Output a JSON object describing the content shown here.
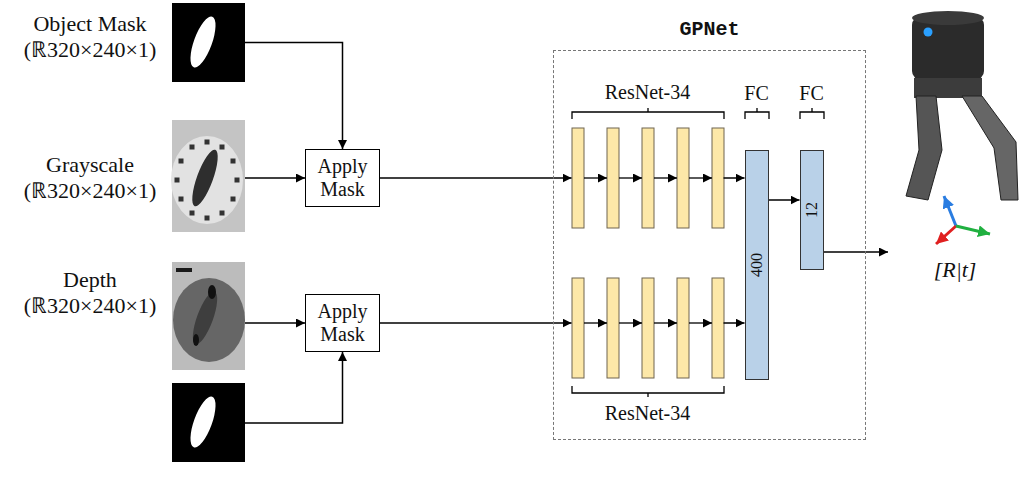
{
  "diagram": {
    "nodes": [
      {
        "text": [
          "Object Mask",
          "(ℝ320×240×1)"
        ]
      },
      {
        "text": [
          "Grayscale",
          "(ℝ320×240×1)"
        ]
      },
      {
        "text": [
          "Depth",
          "(ℝ320×240×1)"
        ]
      },
      {
        "text": [
          "Apply Mask"
        ]
      },
      {
        "text": [
          "Apply Mask"
        ]
      },
      {
        "text": [
          "GPNet"
        ]
      },
      {
        "text": [
          "ResNet-34"
        ],
        "in": 5
      },
      {
        "text": [
          "ResNet-34"
        ],
        "in": 5
      },
      {
        "text": [
          "FC",
          "400"
        ],
        "in": 5
      },
      {
        "text": [
          "FC",
          "12"
        ],
        "in": 5
      },
      {
        "text": [
          "[R|t]"
        ]
      }
    ],
    "edges": [
      {
        "from": 0,
        "to": 3,
        "arrow": "to"
      },
      {
        "from": 1,
        "to": 3,
        "arrow": "to"
      },
      {
        "from": 2,
        "to": 4,
        "arrow": "to"
      },
      {
        "from": 3,
        "to": 6,
        "arrow": "to"
      },
      {
        "from": 4,
        "to": 7,
        "arrow": "to"
      },
      {
        "from": 6,
        "to": 8,
        "arrow": "to"
      },
      {
        "from": 7,
        "to": 8,
        "arrow": "to"
      },
      {
        "from": 8,
        "to": 9,
        "arrow": "to"
      },
      {
        "from": 9,
        "to": 10,
        "arrow": "to"
      }
    ]
  }
}
